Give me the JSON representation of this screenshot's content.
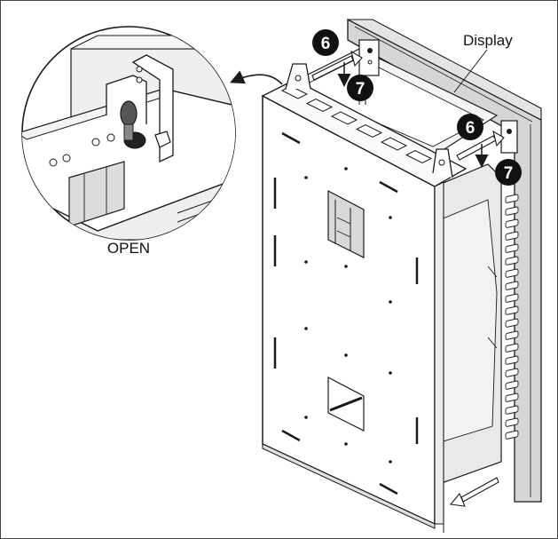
{
  "labels": {
    "display": "Display",
    "open": "OPEN"
  },
  "steps": {
    "upper_left": "6",
    "upper_left_second": "7",
    "right_first": "6",
    "right_second": "7"
  },
  "colors": {
    "line": "#1a1a1a",
    "display_fill": "#d9d9d9",
    "panel_fill": "#ffffff",
    "shadow_fill": "#e6e6e6",
    "badge": "#111111"
  }
}
